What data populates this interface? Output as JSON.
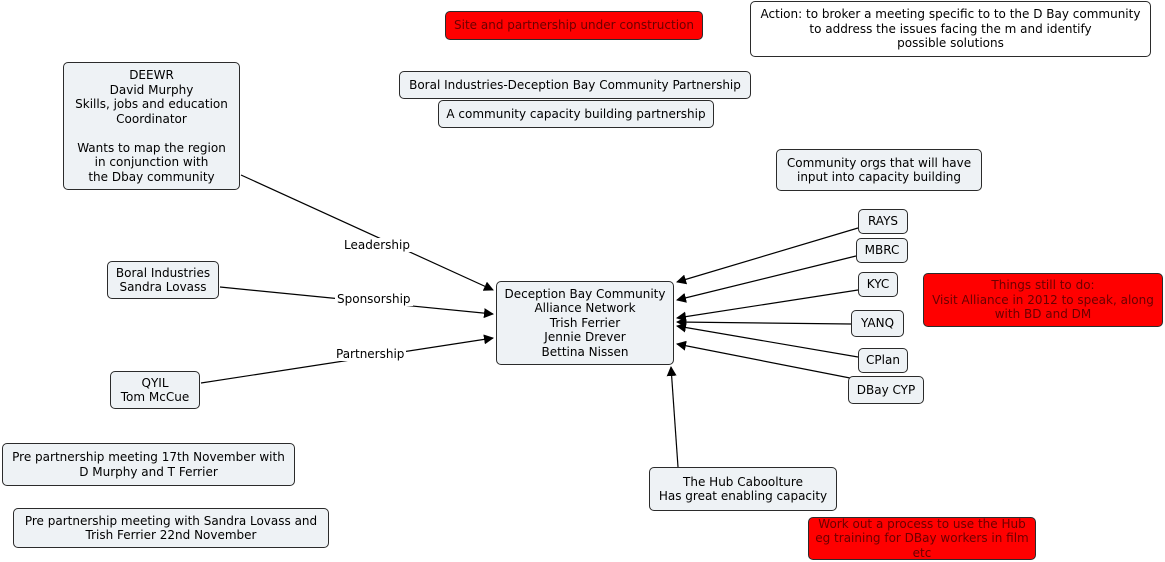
{
  "nodes": {
    "site_under_construction": "Site and partnership under construction",
    "action": "Action: to broker a meeting specific to to the D Bay community\nto address the issues facing the m and identify\npossible solutions",
    "boral_partnership_title": "Boral Industries-Deception Bay Community Partnership",
    "capacity_subtitle": "A community capacity building partnership",
    "deewr": "DEEWR\nDavid Murphy\nSkills, jobs and education\nCoordinator\n\nWants to map the region\nin conjunction with\nthe Dbay community",
    "community_orgs": "Community orgs that will have\ninput into capacity building",
    "boral_sandra": "Boral Industries\nSandra Lovass",
    "alliance": "Deception Bay Community\nAlliance Network\nTrish Ferrier\nJennie Drever\nBettina Nissen",
    "qyil": "QYIL\nTom McCue",
    "rays": "RAYS",
    "mbrc": "MBRC",
    "kyc": "KYC",
    "yanq": "YANQ",
    "cplan": "CPlan",
    "dbay_cyp": "DBay CYP",
    "things_to_do": "Things still to do:\nVisit Alliance in 2012 to speak, along\nwith BD and DM",
    "pre_meeting_nov17": "Pre partnership meeting 17th November with\nD Murphy and T Ferrier",
    "pre_meeting_nov22": "Pre partnership meeting with Sandra Lovass and\nTrish Ferrier 22nd November",
    "hub": "The Hub Caboolture\nHas great enabling capacity",
    "work_out_process": "Work out a process to use the Hub\neg training for DBay workers in film etc"
  },
  "links": {
    "leadership": "Leadership",
    "sponsorship": "Sponsorship",
    "partnership": "Partnership"
  },
  "colors": {
    "node_fill": "#eef2f5",
    "highlight_fill": "#ff0000",
    "line": "#000000"
  }
}
